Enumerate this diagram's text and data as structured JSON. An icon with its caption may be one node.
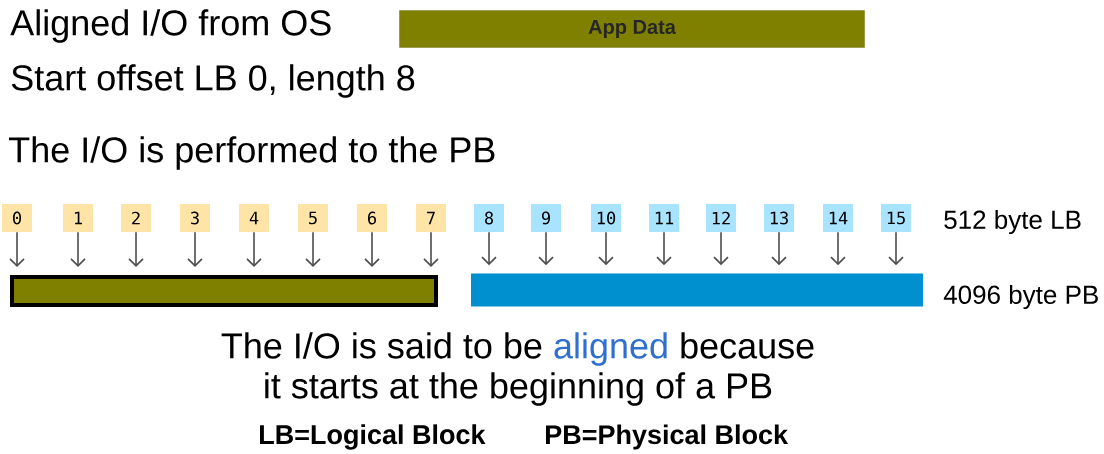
{
  "diagram": {
    "nodes": [
      {
        "text": [
          "App Data"
        ]
      },
      {
        "text": [
          "0"
        ]
      },
      {
        "text": [
          "1"
        ]
      },
      {
        "text": [
          "2"
        ]
      },
      {
        "text": [
          "3"
        ]
      },
      {
        "text": [
          "4"
        ]
      },
      {
        "text": [
          "5"
        ]
      },
      {
        "text": [
          "6"
        ]
      },
      {
        "text": [
          "7"
        ]
      },
      {
        "text": [
          "8"
        ]
      },
      {
        "text": [
          "9"
        ]
      },
      {
        "text": [
          "10"
        ]
      },
      {
        "text": [
          "11"
        ]
      },
      {
        "text": [
          "12"
        ]
      },
      {
        "text": [
          "13"
        ]
      },
      {
        "text": [
          "14"
        ]
      },
      {
        "text": [
          "15"
        ]
      },
      {
        "text": [],
        "shape": "bar"
      },
      {
        "text": [],
        "shape": "bar"
      }
    ],
    "edges": [
      {
        "from": 1,
        "to": 17,
        "arrow": "to"
      },
      {
        "from": 2,
        "to": 17,
        "arrow": "to"
      },
      {
        "from": 3,
        "to": 17,
        "arrow": "to"
      },
      {
        "from": 4,
        "to": 17,
        "arrow": "to"
      },
      {
        "from": 5,
        "to": 17,
        "arrow": "to"
      },
      {
        "from": 6,
        "to": 17,
        "arrow": "to"
      },
      {
        "from": 7,
        "to": 17,
        "arrow": "to"
      },
      {
        "from": 8,
        "to": 17,
        "arrow": "to"
      },
      {
        "from": 9,
        "to": 18,
        "arrow": "to"
      },
      {
        "from": 10,
        "to": 18,
        "arrow": "to"
      },
      {
        "from": 11,
        "to": 18,
        "arrow": "to"
      },
      {
        "from": 12,
        "to": 18,
        "arrow": "to"
      },
      {
        "from": 13,
        "to": 18,
        "arrow": "to"
      },
      {
        "from": 14,
        "to": 18,
        "arrow": "to"
      },
      {
        "from": 15,
        "to": 18,
        "arrow": "to"
      },
      {
        "from": 16,
        "to": 18,
        "arrow": "to"
      }
    ],
    "labels": [
      "Aligned I/O from OS",
      "Start offset LB 0, length 8",
      "The I/O is performed to the PB",
      "512 byte LB",
      "4096 byte PB",
      "The I/O is said to be",
      "aligned",
      "because",
      "it starts at the beginning of a PB",
      "LB=Logical Block",
      "PB=Physical Block"
    ]
  }
}
